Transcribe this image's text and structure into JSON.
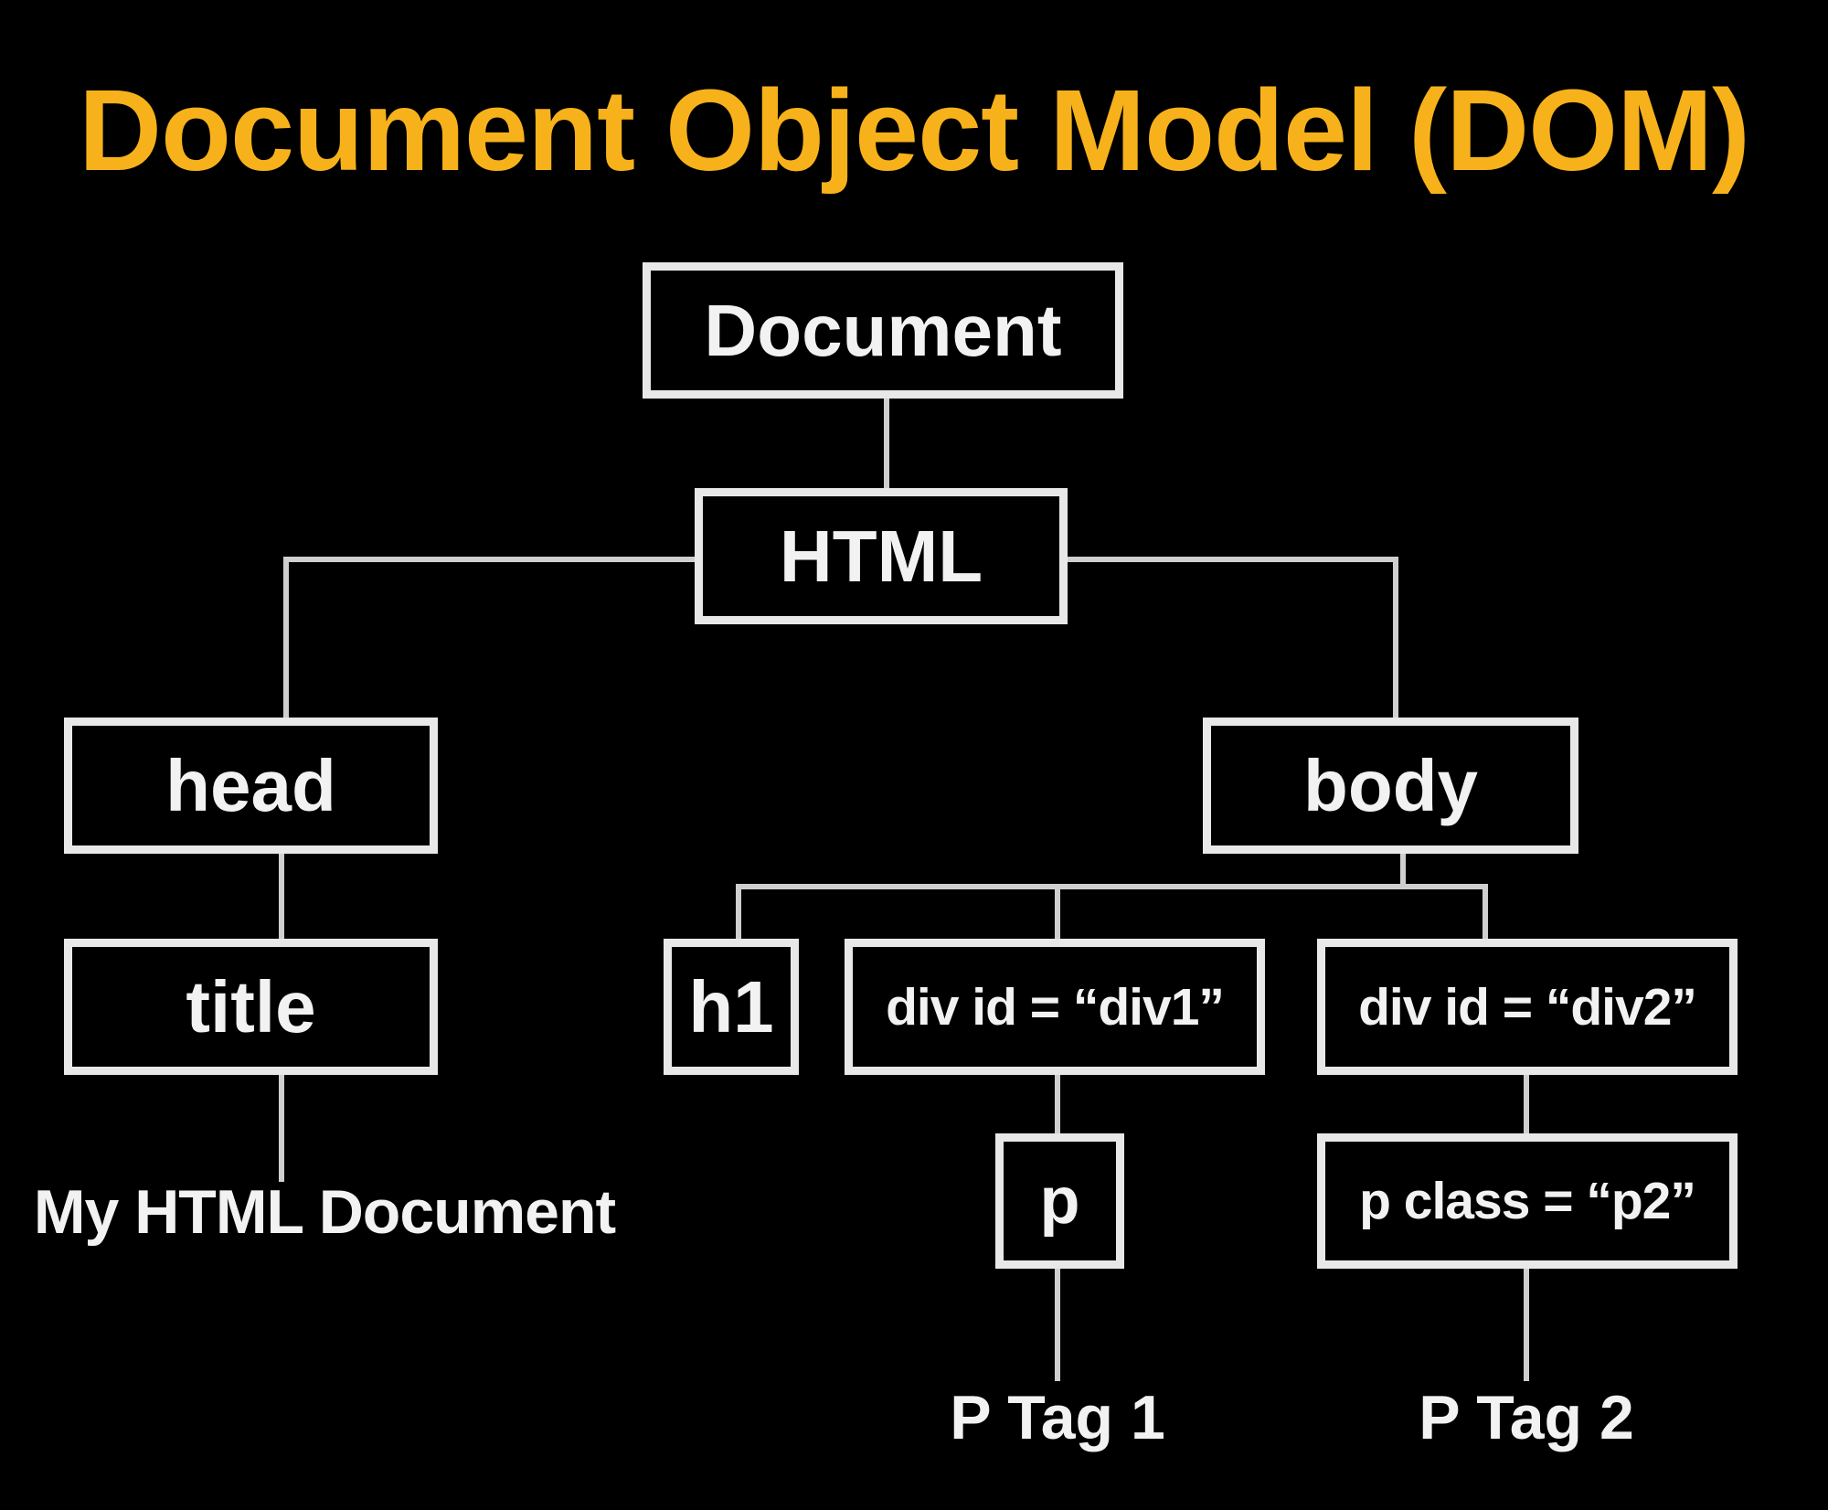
{
  "title": "Document Object Model (DOM)",
  "colors": {
    "background": "#000000",
    "title": "#f7b21b",
    "node_border": "#e8e8e8",
    "connector": "#cfcfcf",
    "text": "#f2f2f2"
  },
  "nodes": {
    "document": "Document",
    "html": "HTML",
    "head": "head",
    "title": "title",
    "body": "body",
    "h1": "h1",
    "div1": "div id = “div1”",
    "div2": "div id = “div2”",
    "p": "p",
    "p2": "p class = “p2”"
  },
  "leaves": {
    "title_text": "My HTML Document",
    "p_text": "P Tag 1",
    "p2_text": "P Tag 2"
  }
}
